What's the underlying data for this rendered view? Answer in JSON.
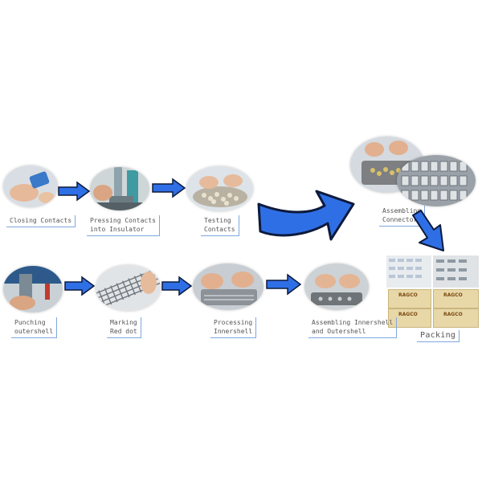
{
  "colors": {
    "arrow_fill": "#2f6fe6",
    "arrow_stroke": "#0d1a3c",
    "label_border": "#7fa7e0",
    "label_text": "#555555",
    "package": "#e8d8a8"
  },
  "steps": [
    {
      "id": "closing-contacts",
      "label": "Closing Contacts"
    },
    {
      "id": "pressing-contacts",
      "label": "Pressing Contacts\ninto Insulator"
    },
    {
      "id": "testing-contacts",
      "label": "Testing\nContacts"
    },
    {
      "id": "assembling-connectors",
      "label": "Assembling\nConnectors"
    },
    {
      "id": "packing",
      "label": "Packing"
    },
    {
      "id": "punching-outershell",
      "label": "Punching\noutershell"
    },
    {
      "id": "marking-red-dot",
      "label": "Marking\nRed dot"
    },
    {
      "id": "processing-innershell",
      "label": "Processing\nInnershell"
    },
    {
      "id": "assembling-inner-outer",
      "label": "Assembling Innershell\nand Outershell"
    }
  ],
  "packing": {
    "brand_text": "RAGCO"
  },
  "icons": {
    "flow_arrow": "right-arrow-icon",
    "big_arrow": "curved-arrow-icon",
    "down_arrow": "down-arrow-icon"
  }
}
